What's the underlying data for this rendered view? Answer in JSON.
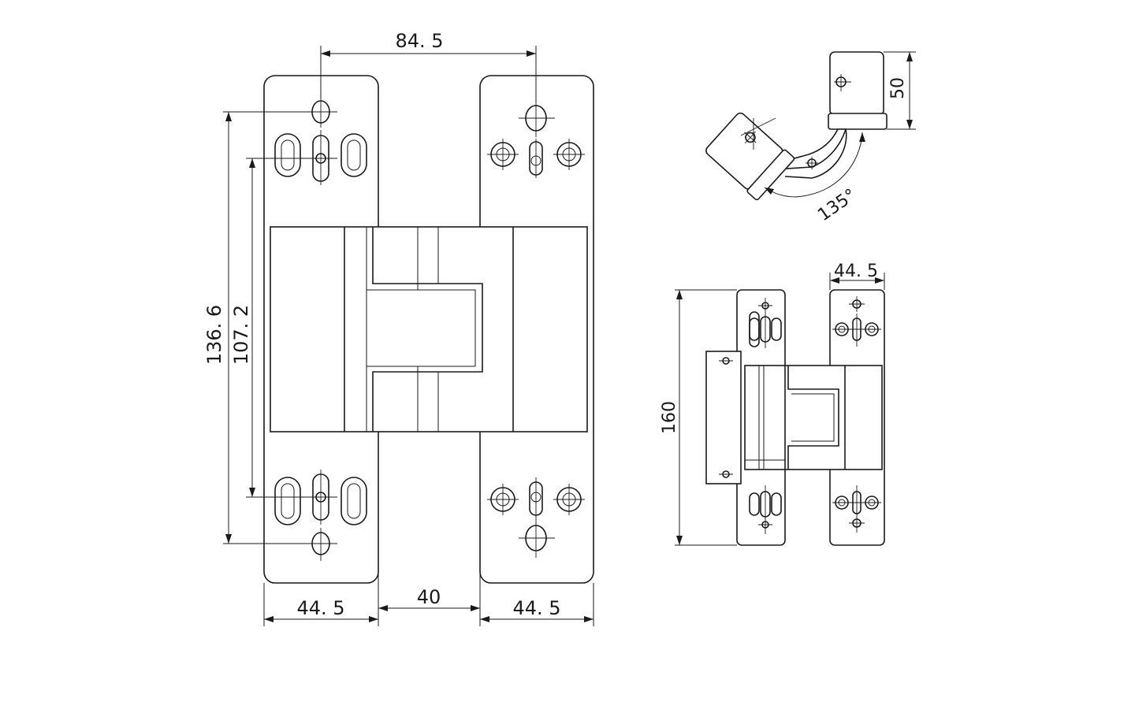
{
  "front_view": {
    "dim_top_hole_spacing": "84. 5",
    "dim_plate_width_left": "44. 5",
    "dim_gap": "40",
    "dim_plate_width_right": "44. 5",
    "dim_outer_hole_spacing": "136. 6",
    "dim_inner_hole_spacing": "107. 2"
  },
  "open_view": {
    "dim_body_depth": "50",
    "dim_opening_angle": "135°"
  },
  "side_view": {
    "dim_plate_width": "44. 5",
    "dim_height": "160"
  }
}
